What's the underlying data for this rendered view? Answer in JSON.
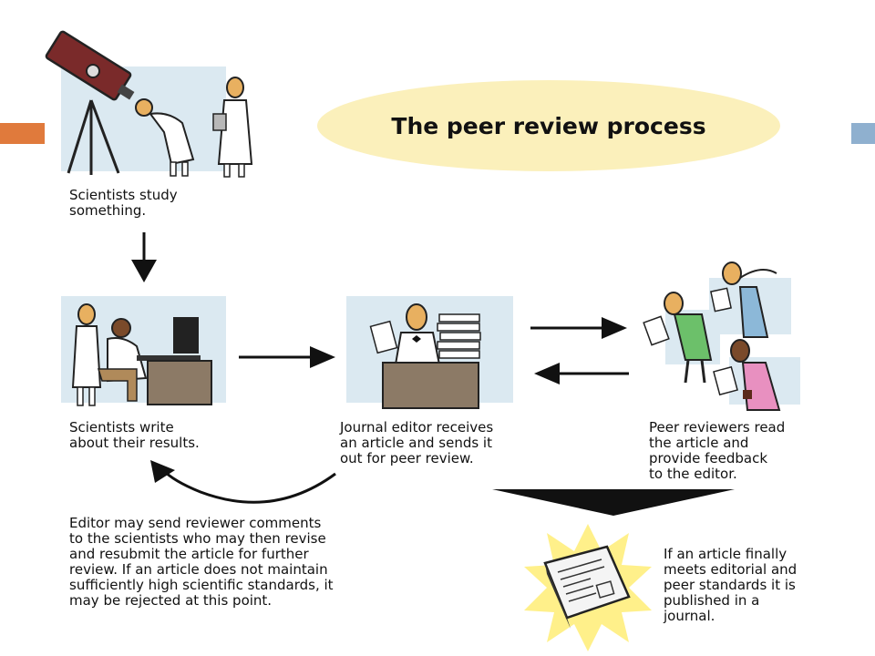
{
  "title": "The peer review process",
  "colors": {
    "accent_left": "#e07a3c",
    "accent_right": "#8fb0cf",
    "title_ellipse": "#fbf0bb",
    "panel_bg": "#dbe9f1",
    "desk": "#8c7a66",
    "telescope": "#7a2a2a",
    "skin": "#e8b060",
    "reviewer_green": "#6cc06a",
    "reviewer_blue": "#8cb8d8",
    "reviewer_pink": "#e890c0",
    "burst": "#fff08a"
  },
  "steps": [
    {
      "caption": "Scientists study\nsomething."
    },
    {
      "caption": "Scientists write\nabout their results."
    },
    {
      "caption": "Journal editor receives\nan article and sends it\nout for peer review."
    },
    {
      "caption": "Peer reviewers read\nthe article and\nprovide feedback\nto the editor."
    }
  ],
  "revise_note": "Editor may send reviewer comments\nto the scientists who may then revise\nand resubmit the article for further\nreview.  If an article does not maintain\nsufficiently high scientific standards, it\nmay be rejected at this point.",
  "publish_note": "If an article finally\nmeets editorial and\npeer standards it is\npublished in a\njournal.",
  "icons": [
    "telescope-icon",
    "computer-icon",
    "paper-stack-icon",
    "journal-icon"
  ]
}
